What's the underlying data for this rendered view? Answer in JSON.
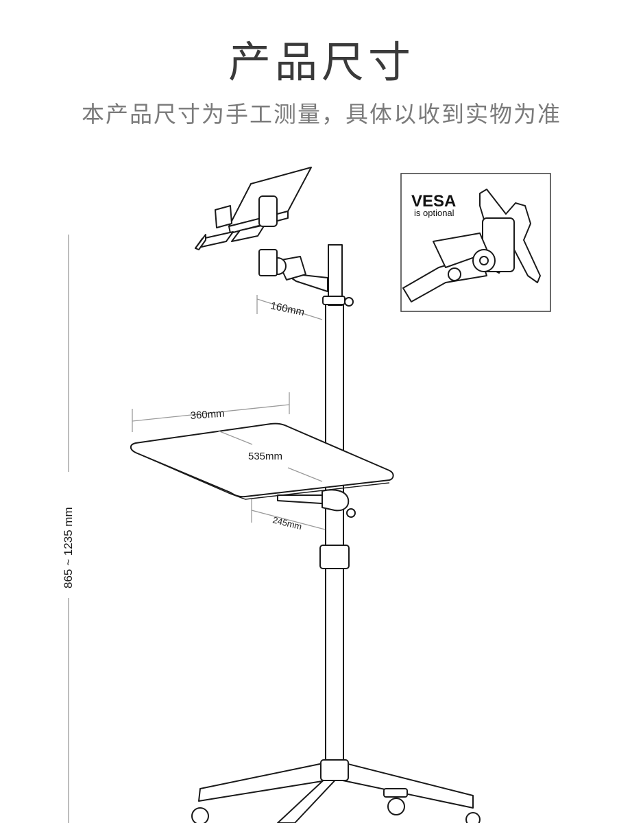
{
  "header": {
    "title": "产品尺寸",
    "subtitle": "本产品尺寸为手工测量，具体以收到实物为准"
  },
  "inset": {
    "vesa_title": "VESA",
    "vesa_note": "is optional"
  },
  "dimensions": {
    "arm_length": "160mm",
    "tray_width": "360mm",
    "tray_depth": "535mm",
    "tray_arm": "245mm",
    "height_range": "865 ~ 1235 mm"
  }
}
